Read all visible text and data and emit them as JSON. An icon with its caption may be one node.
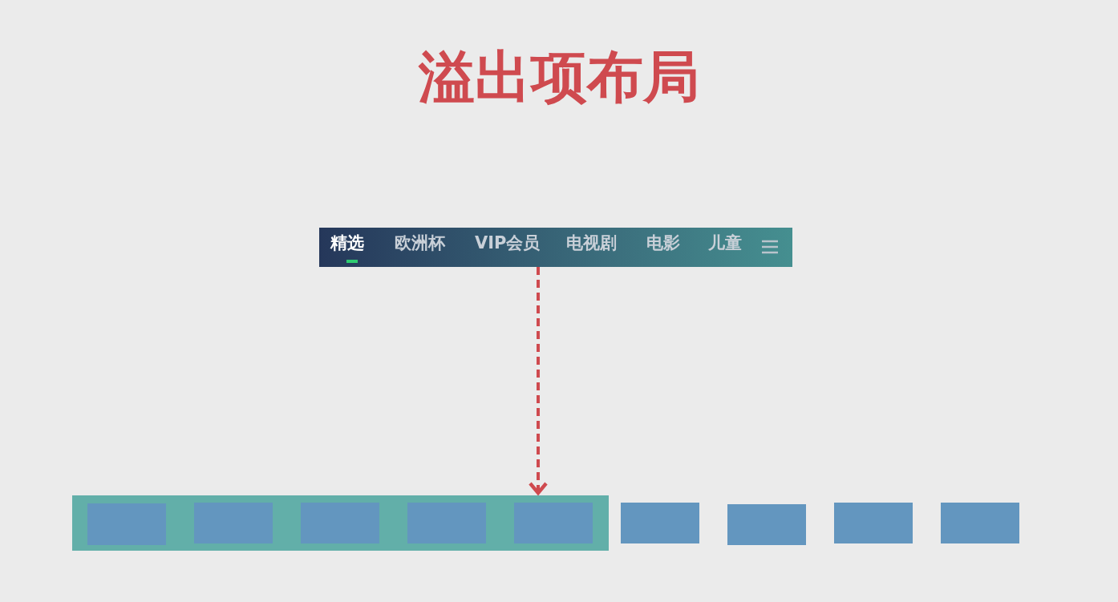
{
  "diagram": {
    "title": "溢出项布局",
    "nodes": [
      {
        "text": [
          "精选",
          "欧洲杯",
          "VIP会员",
          "电视剧",
          "电影",
          "儿童"
        ]
      },
      {
        "text": [],
        "shape": "box"
      },
      {
        "text": [],
        "shape": "box",
        "in": 1
      },
      {
        "text": [],
        "shape": "box",
        "in": 1
      },
      {
        "text": [],
        "shape": "box",
        "in": 1
      },
      {
        "text": [],
        "shape": "box",
        "in": 1
      },
      {
        "text": [],
        "shape": "box",
        "in": 1
      },
      {
        "text": [],
        "shape": "box"
      },
      {
        "text": [],
        "shape": "box"
      },
      {
        "text": [],
        "shape": "box"
      },
      {
        "text": [],
        "shape": "box"
      }
    ],
    "edges": [
      {
        "from": 0,
        "to": 1,
        "arrow": "to",
        "style": "dashed"
      }
    ]
  }
}
